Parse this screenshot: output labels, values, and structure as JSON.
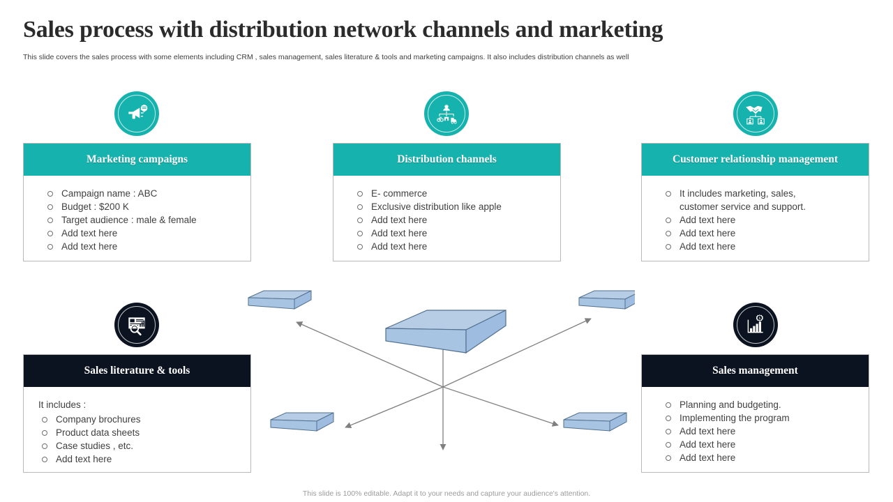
{
  "header": {
    "title": "Sales process with distribution network channels and marketing",
    "subtitle": "This slide covers the sales process with some elements including CRM ,  sales management, sales literature & tools and marketing campaigns. It also includes distribution channels as well"
  },
  "colors": {
    "teal": "#16b2ad",
    "dark": "#0b1320",
    "box_fill": "#a8c4e3",
    "box_stroke": "#4f6f91",
    "arrow": "#7f7f7f",
    "title_text": "#2b2b2b",
    "body_text": "#3f3f3f",
    "footer_text": "#9b9b9b"
  },
  "cards": [
    {
      "id": "marketing-campaigns",
      "title": "Marketing campaigns",
      "theme": "teal",
      "icon": "megaphone-icon",
      "lead": "",
      "bullets": [
        "Campaign name : ABC",
        "Budget : $200 K",
        "Target audience : male & female",
        "Add text here",
        "Add text here"
      ]
    },
    {
      "id": "distribution-channels",
      "title": "Distribution channels",
      "theme": "teal",
      "icon": "distribution-network-icon",
      "lead": "",
      "bullets": [
        "E- commerce",
        "Exclusive  distribution like apple",
        "Add text here",
        "Add text here",
        "Add text here"
      ]
    },
    {
      "id": "customer-relationship-management",
      "title": "Customer relationship management",
      "theme": "teal",
      "icon": "handshake-network-icon",
      "lead": "",
      "bullets": [
        "It includes marketing, sales, customer service and support.",
        "Add text here",
        "Add text here",
        "Add text here"
      ]
    },
    {
      "id": "sales-literature-tools",
      "title": "Sales literature &  tools",
      "theme": "dark",
      "icon": "presentation-search-icon",
      "lead": "It includes :",
      "bullets": [
        "Company brochures",
        "Product data sheets",
        "Case studies , etc.",
        "Add text here"
      ]
    },
    {
      "id": "sales-management",
      "title": "Sales management",
      "theme": "dark",
      "icon": "growth-chart-gear-icon",
      "lead": "",
      "bullets": [
        "Planning and budgeting.",
        "Implementing  the program",
        "Add text here",
        "Add text here",
        "Add text here"
      ]
    }
  ],
  "diagram": {
    "type": "hub-and-spoke",
    "hub_label": "",
    "node_count": 5,
    "arrow_directions": [
      "up-left",
      "up-right",
      "down-left",
      "down-right",
      "down"
    ]
  },
  "footer": {
    "note": "This slide is 100% editable.  Adapt it to your needs and capture your audience's attention."
  }
}
